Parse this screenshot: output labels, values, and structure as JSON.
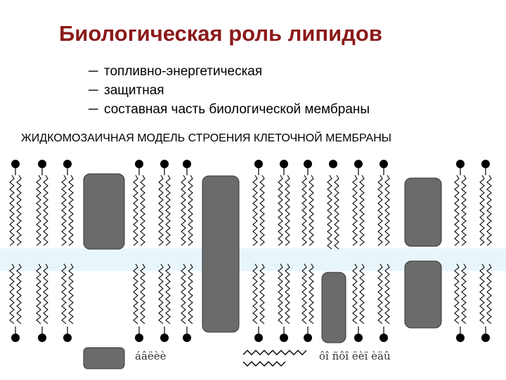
{
  "slide": {
    "title": "Биологическая роль липидов",
    "bullets": [
      {
        "dash": "─",
        "text": "топливно-энергетическая"
      },
      {
        "dash": "─",
        "text": "защитная"
      },
      {
        "dash": "─",
        "text": "составная часть биологической мембраны"
      }
    ],
    "diagram_title": "ЖИДКОМОЗАИЧНАЯ МОДЕЛЬ СТРОЕНИЯ КЛЕТОЧНОЙ МЕМБРАНЫ"
  },
  "legend": {
    "protein_label": "áâëèè",
    "lipid_label": "ôî ñôî ëèï èäû"
  },
  "colors": {
    "title": "#8b1a1a",
    "protein": "#6b6b6b",
    "lipid_head": "#000000",
    "membrane_band": "#e8f6fc"
  }
}
